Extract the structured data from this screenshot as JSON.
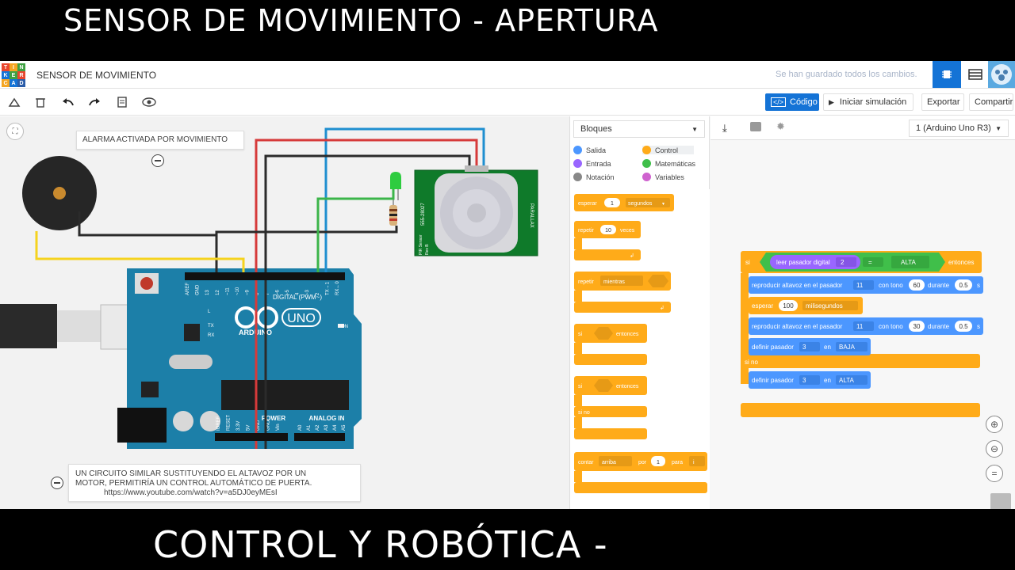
{
  "banners": {
    "top": "SENSOR DE  MOVIMIENTO  - APERTURA",
    "bottom": "CONTROL Y  ROBÓTICA  -"
  },
  "app": {
    "logo_letters": [
      "T",
      "I",
      "N",
      "K",
      "E",
      "R",
      "C",
      "A",
      "D"
    ],
    "project_title": "SENSOR DE MOVIMIENTO",
    "save_status": "Se han guardado todos los cambios."
  },
  "toolbar": {
    "code_label": "Código",
    "simulate_label": "Iniciar simulación",
    "export_label": "Exportar",
    "share_label": "Compartir"
  },
  "canvas": {
    "note_top": "ALARMA ACTIVADA POR MOVIMIENTO",
    "note_bottom": {
      "line1": "UN CIRCUITO SIMILAR SUSTITUYENDO EL ALTAVOZ POR UN",
      "line2": "MOTOR, PERMITIRÍA UN CONTROL AUTOMÁTICO DE PUERTA.",
      "line3": "https://www.youtube.com/watch?v=a5DJ0eyMEsI"
    },
    "arduino": {
      "brand": "ARDUINO",
      "model": "UNO",
      "digital_label": "DIGITAL (PWM~)",
      "analog_label": "ANALOG IN",
      "power_label": "POWER",
      "on_label": "ON",
      "l_label": "L",
      "tx_label": "TX",
      "rx_label": "RX",
      "header_pins": [
        "AREF",
        "GND",
        "13",
        "12",
        "~11",
        "~10",
        "~9",
        "8",
        "7",
        "~6",
        "~5",
        "4",
        "~3",
        "2",
        "TX→1",
        "RX←0"
      ],
      "analog_pins": [
        "A0",
        "A1",
        "A2",
        "A3",
        "A4",
        "A5"
      ],
      "power_pins": [
        "IOREF",
        "RESET",
        "3.3V",
        "5V",
        "GND",
        "GND",
        "Vin"
      ]
    },
    "pir": {
      "part": "555-28027",
      "brand": "PARALLAX",
      "label1": "PIR Sensor",
      "label2": "Rev B"
    }
  },
  "code_panel": {
    "mode_select": "Bloques",
    "device_select": "1 (Arduino Uno R3)",
    "categories": [
      {
        "label": "Salida",
        "color": "#4c97ff"
      },
      {
        "label": "Control",
        "color": "#ffab19"
      },
      {
        "label": "Entrada",
        "color": "#9966ff"
      },
      {
        "label": "Matemáticas",
        "color": "#40bf4a"
      },
      {
        "label": "Notación",
        "color": "#888888"
      },
      {
        "label": "Variables",
        "color": "#cf63cf"
      }
    ],
    "palette": {
      "wait": "esperar",
      "wait_value": "1",
      "wait_unit": "segundos",
      "repeat": "repetir",
      "repeat_value": "10",
      "repeat_unit": "veces",
      "repeat_while": "repetir",
      "while_mode": "mientras",
      "if": "si",
      "then": "entonces",
      "if2": "si",
      "then2": "entonces",
      "else": "si no",
      "count": "contar",
      "count_dir": "arriba",
      "by": "por",
      "by_value": "1",
      "for": "para",
      "for_var": "i"
    },
    "program": {
      "if_label": "si",
      "read_pin": "leer pasador digital",
      "read_pin_value": "2",
      "operator": "=",
      "compare_value": "ALTA",
      "then_label": "entonces",
      "speaker1": {
        "label": "reproducir altavoz en el pasador",
        "pin": "11",
        "tone_label": "con tono",
        "tone": "60",
        "duration_label": "durante",
        "duration": "0.5",
        "unit": "s"
      },
      "wait": {
        "label": "esperar",
        "value": "100",
        "unit": "milisegundos"
      },
      "speaker2": {
        "label": "reproducir altavoz en el pasador",
        "pin": "11",
        "tone_label": "con tono",
        "tone": "30",
        "duration_label": "durante",
        "duration": "0.5",
        "unit": "s"
      },
      "set_low": {
        "label": "definir pasador",
        "pin": "3",
        "en": "en",
        "value": "BAJA"
      },
      "else_label": "si no",
      "set_high": {
        "label": "definir pasador",
        "pin": "3",
        "en": "en",
        "value": "ALTA"
      }
    },
    "zoom": {
      "reset": "="
    }
  },
  "colors": {
    "accent": "#1473d6",
    "control_block": "#ffab19",
    "output_block": "#4c97ff",
    "input_block": "#9966ff",
    "math_block": "#40bf4a",
    "arduino_board": "#1c7fa8",
    "pir_board": "#0f7a2a"
  }
}
